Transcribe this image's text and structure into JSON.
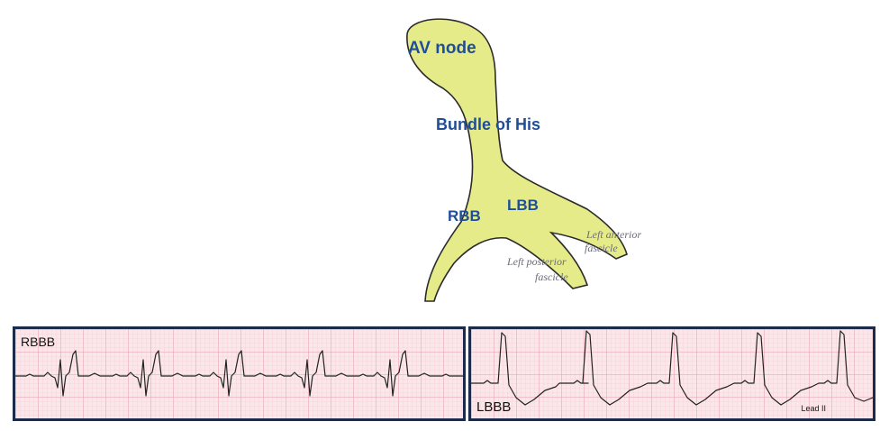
{
  "diagram": {
    "labels": {
      "av_node": "AV node",
      "bundle_of_his": "Bundle of His",
      "rbb": "RBB",
      "lbb": "LBB",
      "left_anterior_1": "Left anterior",
      "left_anterior_2": "fascicle",
      "left_posterior_1": "Left posterior",
      "left_posterior_2": "fascicle"
    },
    "colors": {
      "conduction_fill": "#e6eb8a",
      "outline": "#2b2b2b",
      "label": "#1f4e96"
    }
  },
  "strips": {
    "rbbb": {
      "label": "RBBB"
    },
    "lbbb": {
      "label": "LBBB",
      "lead": "Lead II"
    },
    "colors": {
      "paper": "#fbe7ea",
      "grid_minor": "#f2c4cc",
      "grid_major": "#e79aa8",
      "trace": "#222222",
      "border": "#1c2b4a"
    }
  }
}
